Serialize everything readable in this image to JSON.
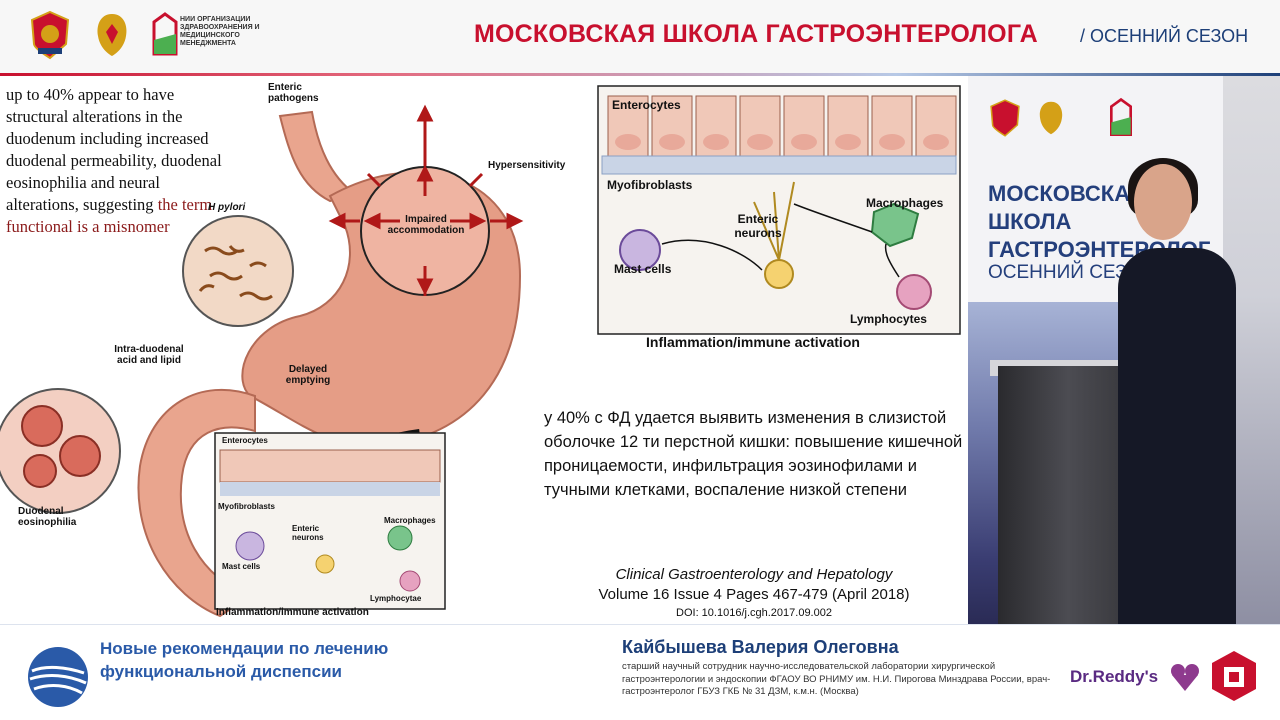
{
  "header": {
    "logo_text": "НИИ ОРГАНИЗАЦИИ ЗДРАВООХРАНЕНИЯ И МЕДИЦИНСКОГО МЕНЕДЖМЕНТА",
    "title": "МОСКОВСКАЯ ШКОЛА ГАСТРОЭНТЕРОЛОГА",
    "season": "/ ОСЕННИЙ  СЕЗОН"
  },
  "slide": {
    "english_text_plain": "up to 40% appear to have structural alterations in the duodenum including increased duodenal permeability, duodenal eosinophilia and neural alterations, suggesting",
    "english_text_red": "the term functional is a misnomer",
    "figure_labels": {
      "enteric_pathogens": "Enteric pathogens",
      "hypersensitivity": "Hypersensitivity",
      "h_pylori": "H pylori",
      "impaired_accommodation": "Impaired accommodation",
      "intra_duodenal": "Intra-duodenal acid and lipid",
      "delayed_emptying": "Delayed emptying",
      "duodenal_eosinophilia": "Duodenal eosinophilia",
      "enterocytes": "Enterocytes",
      "myofibroblasts": "Myofibroblasts",
      "enteric_neurons": "Enteric neurons",
      "macrophages": "Macrophages",
      "mast_cells": "Mast cells",
      "lymphocytes": "Lymphocytes",
      "lymphocytae": "Lymphocytae",
      "panel_caption": "Inflammation/immune activation"
    },
    "russian_text": "у 40% с ФД удается выявить изменения в слизистой оболочке 12 ти перстной кишки: повышение кишечной проницаемости, инфильтрация эозинофилами и тучными клетками, воспаление низкой степени",
    "citation_journal": "Clinical Gastroenterology and Hepatology",
    "citation_volume": "Volume 16 Issue 4 Pages 467-479 (April 2018)",
    "citation_doi": "DOI: 10.1016/j.cgh.2017.09.002"
  },
  "video": {
    "banner_title": "МОСКОВСКАЯ ШКОЛА ГАСТРОЭНТЕРОЛОГ",
    "banner_subtitle": "ОСЕННИЙ СЕЗ"
  },
  "footer": {
    "topic": "Новые рекомендации по лечению функциональной диспепсии",
    "speaker_name": "Кайбышева Валерия Олеговна",
    "speaker_description": "старший научный сотрудник научно-исследовательской лаборатории хирургической гастроэнтерологии и эндоскопии ФГАОУ ВО РНИМУ им. Н.И. Пирогова Минздрава России, врач-гастроэнтеролог ГБУЗ ГКБ № 31 ДЗМ, к.м.н. (Москва)",
    "sponsor": "Dr.Reddy's"
  },
  "colors": {
    "brand_red": "#c8102e",
    "brand_blue": "#1d3f78",
    "topic_blue": "#2a5aa8",
    "citation_red": "#8b1a1a"
  }
}
